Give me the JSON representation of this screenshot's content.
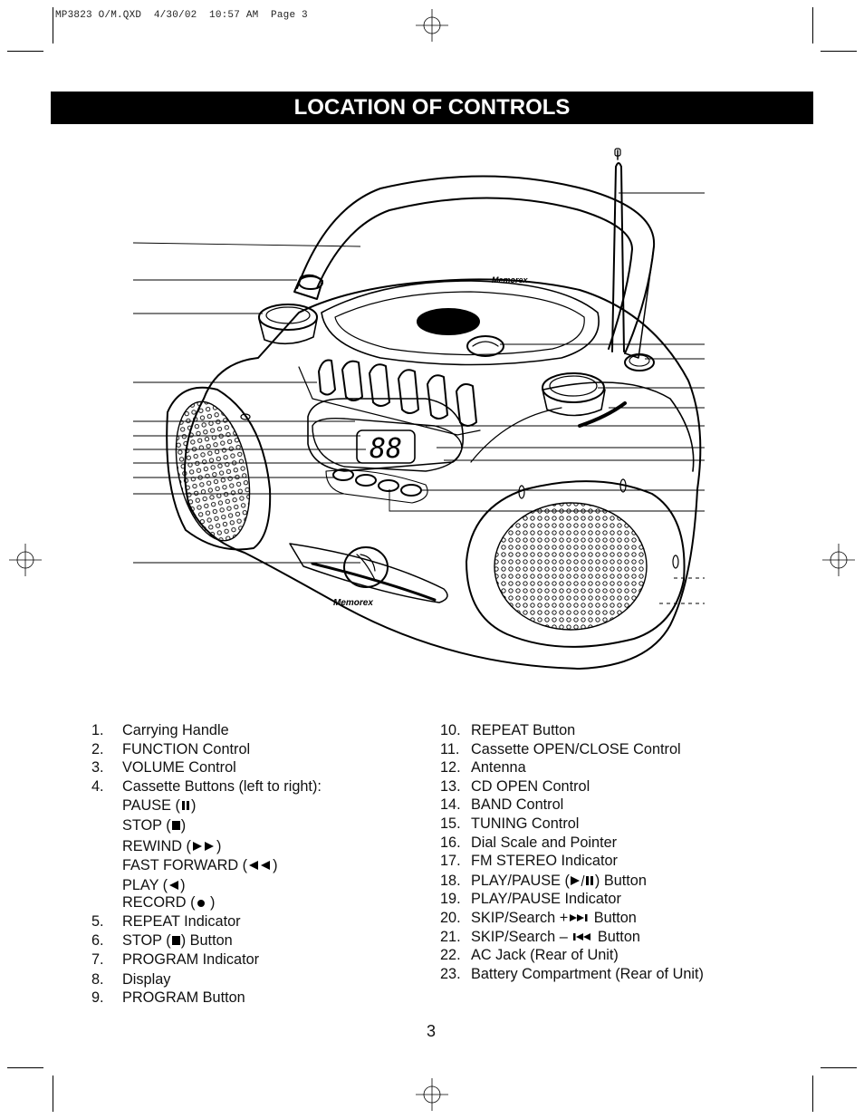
{
  "slug": "MP3823 O/M.QXD  4/30/02  10:57 AM  Page 3",
  "title": "LOCATION OF CONTROLS",
  "brand_top": "Memorex",
  "brand_bottom": "Memorex",
  "display_digits": "88",
  "page_number": "3",
  "left_list": [
    {
      "num": "1.",
      "text": "Carrying Handle"
    },
    {
      "num": "2.",
      "text": "FUNCTION Control"
    },
    {
      "num": "3.",
      "text": "VOLUME Control"
    },
    {
      "num": "4.",
      "text": "Cassette Buttons (left to right):"
    }
  ],
  "cassette_buttons": [
    {
      "before": "PAUSE (",
      "symbol": "pause-icon",
      "after": ")"
    },
    {
      "before": "STOP (",
      "symbol": "stop-icon",
      "after": ")"
    },
    {
      "before": "REWIND (",
      "symbol": "rewind-icon",
      "after": ")"
    },
    {
      "before": "FAST FORWARD (",
      "symbol": "fast-forward-icon",
      "after": ")"
    },
    {
      "before": "PLAY (",
      "symbol": "play-icon",
      "after": ")"
    },
    {
      "before": "RECORD (",
      "symbol": "record-icon",
      "after": " )"
    }
  ],
  "left_list_2": [
    {
      "num": "5.",
      "text": "REPEAT Indicator"
    },
    {
      "num": "6.",
      "before": "STOP (",
      "after": ") Button"
    },
    {
      "num": "7.",
      "text": "PROGRAM Indicator"
    },
    {
      "num": "8.",
      "text": "Display"
    },
    {
      "num": "9.",
      "text": "PROGRAM Button"
    }
  ],
  "right_list": [
    {
      "num": "10.",
      "text": "REPEAT Button"
    },
    {
      "num": "11.",
      "text": "Cassette OPEN/CLOSE Control"
    },
    {
      "num": "12.",
      "text": "Antenna"
    },
    {
      "num": "13.",
      "text": "CD OPEN Control"
    },
    {
      "num": "14.",
      "text": "BAND Control"
    },
    {
      "num": "15.",
      "text": "TUNING Control"
    },
    {
      "num": "16.",
      "text": "Dial Scale and Pointer"
    },
    {
      "num": "17.",
      "text": "FM STEREO Indicator"
    }
  ],
  "item18": {
    "num": "18.",
    "before": "PLAY/PAUSE (",
    "after": ") Button"
  },
  "item19": {
    "num": "19.",
    "text": "PLAY/PAUSE Indicator"
  },
  "item20": {
    "num": "20.",
    "before": "SKIP/Search +",
    "after": " Button"
  },
  "item21": {
    "num": "21.",
    "before": "SKIP/Search – ",
    "after": "  Button"
  },
  "right_list_2": [
    {
      "num": "22.",
      "text": "AC Jack (Rear of Unit)"
    },
    {
      "num": "23.",
      "text": "Battery Compartment (Rear of Unit)"
    }
  ]
}
